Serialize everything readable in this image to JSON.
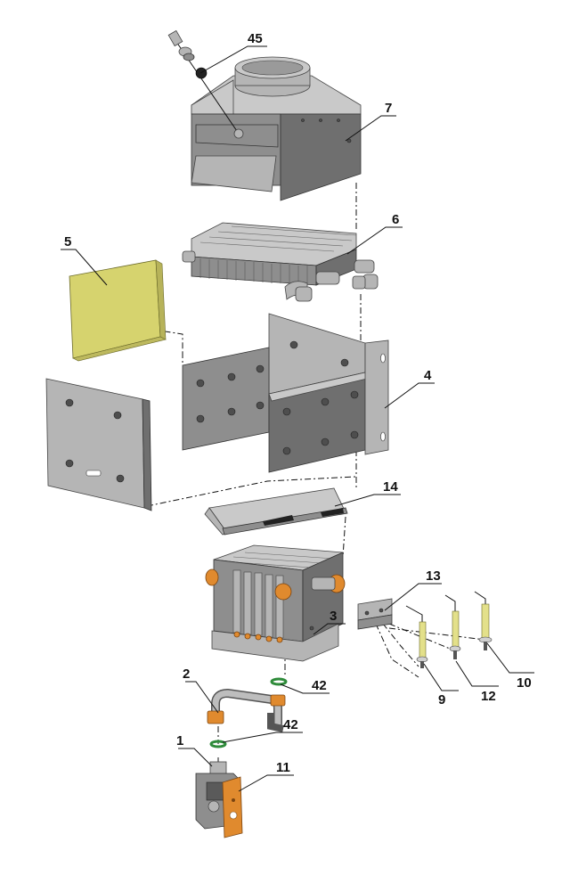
{
  "callouts": {
    "c45": "45",
    "c7": "7",
    "c6": "6",
    "c5": "5",
    "c4": "4",
    "c14": "14",
    "c13": "13",
    "c3": "3",
    "c2": "2",
    "c42a": "42",
    "c42b": "42",
    "c1": "1",
    "c11": "11",
    "c9": "9",
    "c12": "12",
    "c10": "10"
  }
}
